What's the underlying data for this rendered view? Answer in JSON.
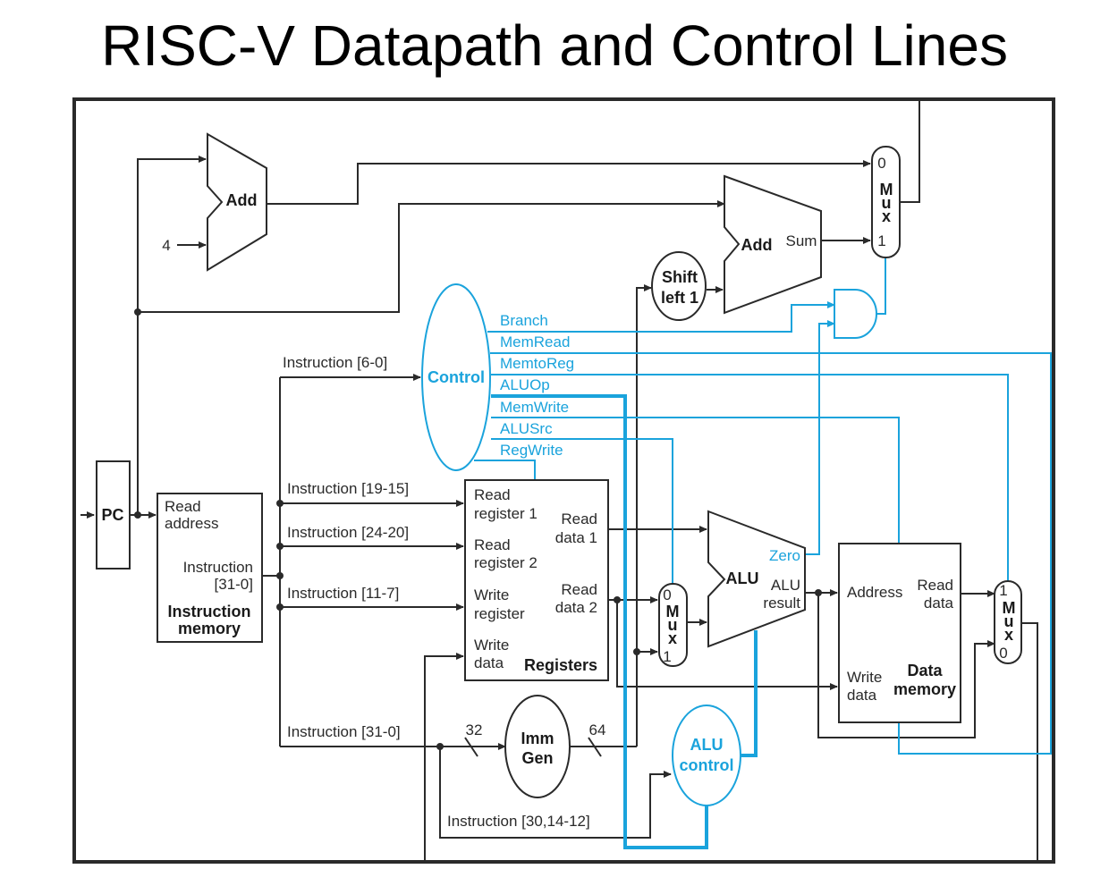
{
  "title": "RISC-V Datapath and Control Lines",
  "pc": {
    "label": "PC"
  },
  "add_top": {
    "label": "Add",
    "const": "4"
  },
  "add_branch": {
    "label": "Add",
    "sum": "Sum"
  },
  "shift": {
    "line1": "Shift",
    "line2": "left 1"
  },
  "mux_top": {
    "zero": "0",
    "m": "M",
    "u": "u",
    "x": "x",
    "one": "1"
  },
  "mux_alu": {
    "zero": "0",
    "m": "M",
    "u": "u",
    "x": "x",
    "one": "1"
  },
  "mux_mem": {
    "one": "1",
    "m": "M",
    "u": "u",
    "x": "x",
    "zero": "0"
  },
  "control": {
    "label": "Control",
    "signals": [
      "Branch",
      "MemRead",
      "MemtoReg",
      "ALUOp",
      "MemWrite",
      "ALUSrc",
      "RegWrite"
    ]
  },
  "instr_mem": {
    "read": "Read",
    "address": "address",
    "instr": "Instruction",
    "bits": "[31-0]",
    "name1": "Instruction",
    "name2": "memory"
  },
  "fields": {
    "f_6_0": "Instruction [6-0]",
    "f_19_15": "Instruction [19-15]",
    "f_24_20": "Instruction [24-20]",
    "f_11_7": "Instruction [11-7]",
    "f_31_0": "Instruction [31-0]",
    "f_30": "Instruction [30,14-12]"
  },
  "regs": {
    "rr1a": "Read",
    "rr1b": "register 1",
    "rr2a": "Read",
    "rr2b": "register 2",
    "wra": "Write",
    "wrb": "register",
    "wda": "Write",
    "wdb": "data",
    "rd1a": "Read",
    "rd1b": "data 1",
    "rd2a": "Read",
    "rd2b": "data 2",
    "name": "Registers"
  },
  "imm": {
    "l1": "Imm",
    "l2": "Gen",
    "in_bits": "32",
    "out_bits": "64"
  },
  "alu": {
    "label": "ALU",
    "zero": "Zero",
    "res1": "ALU",
    "res2": "result"
  },
  "alu_control": {
    "l1": "ALU",
    "l2": "control"
  },
  "dmem": {
    "address": "Address",
    "rd1": "Read",
    "rd2": "data",
    "wd1": "Write",
    "wd2": "data",
    "name1": "Data",
    "name2": "memory"
  },
  "colors": {
    "control": "#1aa3dc",
    "datapath": "#2a2a2a"
  }
}
